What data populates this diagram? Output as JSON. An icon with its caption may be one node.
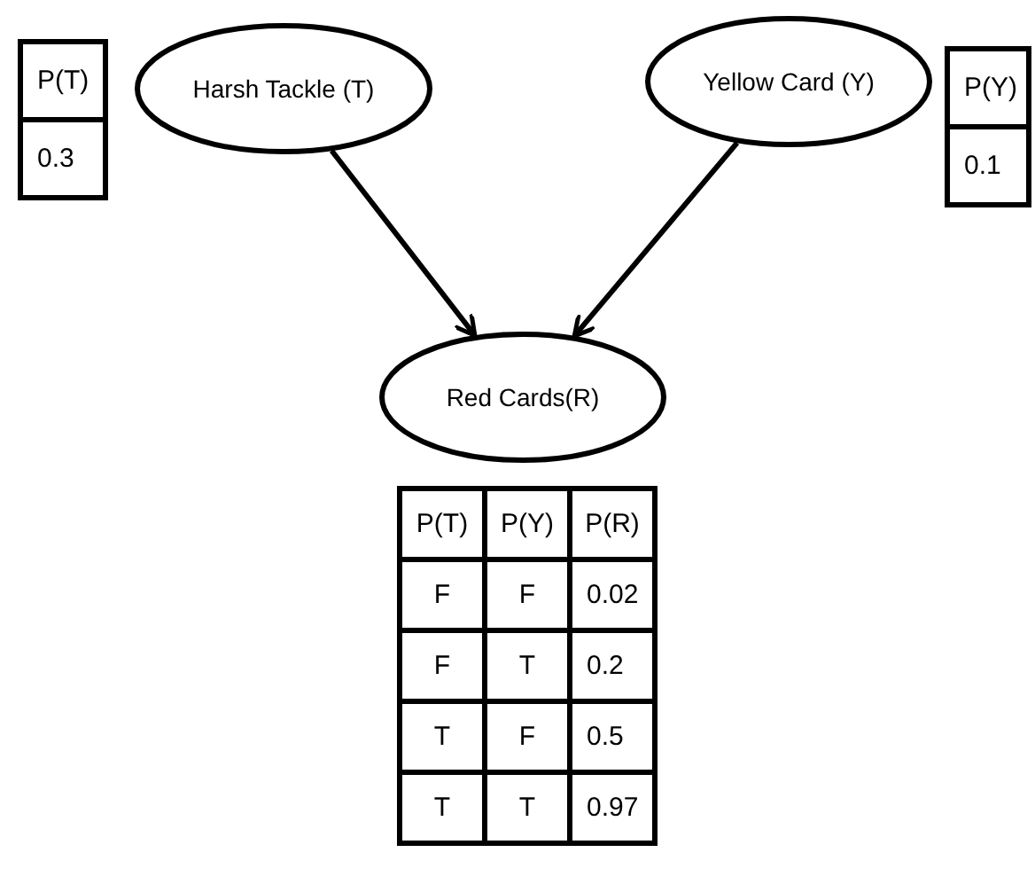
{
  "diagram": {
    "nodes": [
      {
        "text": [
          "Harsh Tackle (T)"
        ]
      },
      {
        "text": [
          "Yellow Card (Y)"
        ]
      },
      {
        "text": [
          "Red Cards(R)"
        ]
      }
    ],
    "edges": [
      {
        "from": 0,
        "to": 2,
        "arrow": "to"
      },
      {
        "from": 1,
        "to": 2,
        "arrow": "to"
      }
    ],
    "labels": [
      "P(T)",
      "0.3",
      "P(Y)",
      "0.1",
      "P(T)",
      "P(Y)",
      "P(R)",
      "F",
      "F",
      "0.02",
      "F",
      "T",
      "0.2",
      "T",
      "F",
      "0.5",
      "T",
      "T",
      "0.97"
    ]
  }
}
